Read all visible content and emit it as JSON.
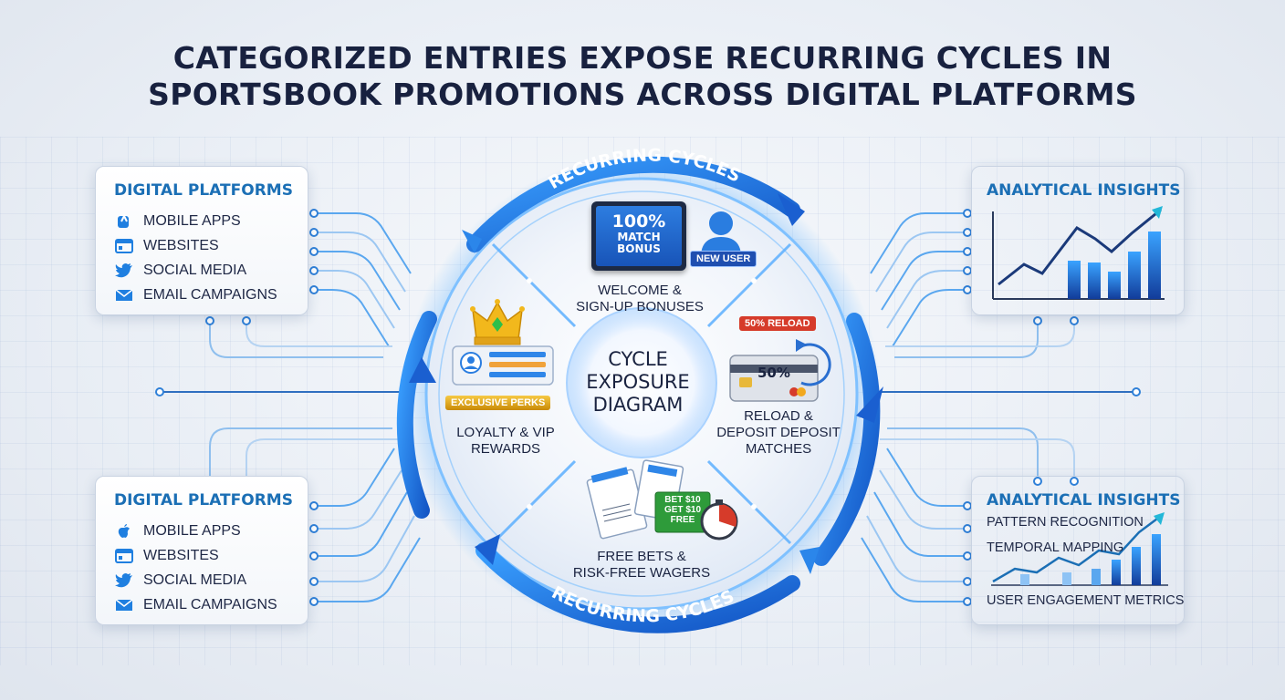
{
  "title": {
    "line1": "CATEGORIZED ENTRIES EXPOSE RECURRING CYCLES IN",
    "line2": "SPORTSBOOK PROMOTIONS ACROSS DIGITAL PLATFORMS"
  },
  "left_top_panel": {
    "heading": "DIGITAL PLATFORMS",
    "items": [
      {
        "label": "MOBILE APPS",
        "icon": "mobile-app-icon"
      },
      {
        "label": "WEBSITES",
        "icon": "browser-icon"
      },
      {
        "label": "SOCIAL MEDIA",
        "icon": "twitter-bird-icon"
      },
      {
        "label": "EMAIL CAMPAIGNS",
        "icon": "envelope-icon"
      }
    ]
  },
  "left_bottom_panel": {
    "heading": "DIGITAL PLATFORMS",
    "items": [
      {
        "label": "MOBILE APPS",
        "icon": "apple-icon"
      },
      {
        "label": "WEBSITES",
        "icon": "browser-icon"
      },
      {
        "label": "SOCIAL MEDIA",
        "icon": "twitter-bird-icon"
      },
      {
        "label": "EMAIL CAMPAIGNS",
        "icon": "envelope-icon"
      }
    ]
  },
  "right_top_panel": {
    "heading": "ANALYTICAL INSIGHTS"
  },
  "right_bottom_panel": {
    "heading": "ANALYTICAL INSIGHTS",
    "items": [
      "PATTERN RECOGNITION",
      "TEMPORAL MAPPING",
      "USER ENGAGEMENT METRICS"
    ]
  },
  "cycle": {
    "arc_label_top": "RECURRING CYCLES",
    "arc_label_bottom": "RECURRING CYCLES",
    "center_lines": [
      "CYCLE",
      "EXPOSURE",
      "DIAGRAM"
    ],
    "top": {
      "screen_line1": "100%",
      "screen_line2": "MATCH",
      "screen_line3": "BONUS",
      "badge": "NEW USER",
      "label_line1": "WELCOME &",
      "label_line2": "SIGN-UP BONUSES"
    },
    "right": {
      "badge": "50% RELOAD",
      "card_text": "50%",
      "label_line1": "RELOAD &",
      "label_line2": "DEPOSIT DEPOSIT",
      "label_line3": "MATCHES"
    },
    "bottom": {
      "ticket_line1": "BET $10",
      "ticket_line2": "GET $10",
      "ticket_line3": "FREE",
      "label_line1": "FREE BETS &",
      "label_line2": "RISK-FREE WAGERS"
    },
    "left": {
      "badge": "EXCLUSIVE PERKS",
      "label_line1": "LOYALTY & VIP",
      "label_line2": "REWARDS"
    }
  },
  "colors": {
    "accent_blue": "#1b6fb5",
    "ring_blue": "#1f7fe0",
    "gold": "#e0a21a",
    "reload_red": "#d63b2a",
    "ticket_green": "#2e9b3a"
  }
}
